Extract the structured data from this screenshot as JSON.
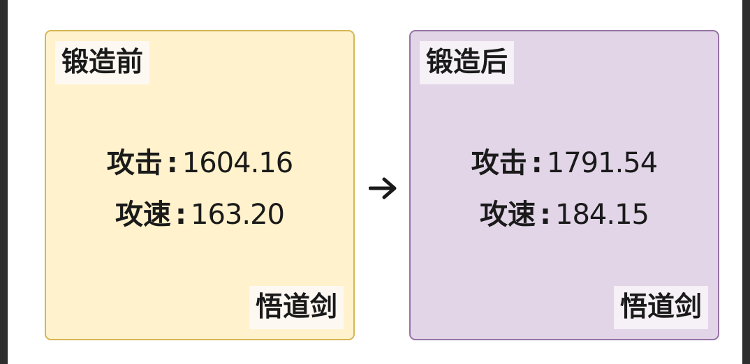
{
  "colors": {
    "before_fill": "#fff2cc",
    "before_border": "#d6b656",
    "after_fill": "#e1d5e7",
    "after_border": "#9673a6",
    "label_fill": "#fdf9f2",
    "after_label_fill": "#f6f0f7",
    "arrow": "#1a1a1a",
    "frame": "#2e2e2e"
  },
  "before": {
    "title": "锻造前",
    "weapon": "悟道剑",
    "stats": [
      {
        "label": "攻击",
        "sep": ":",
        "value": "1604.16"
      },
      {
        "label": "攻速",
        "sep": ":",
        "value": "163.20"
      }
    ]
  },
  "after": {
    "title": "锻造后",
    "weapon": "悟道剑",
    "stats": [
      {
        "label": "攻击",
        "sep": ":",
        "value": "1791.54"
      },
      {
        "label": "攻速",
        "sep": ":",
        "value": "184.15"
      }
    ]
  },
  "arrow_icon": "arrow-right-icon"
}
